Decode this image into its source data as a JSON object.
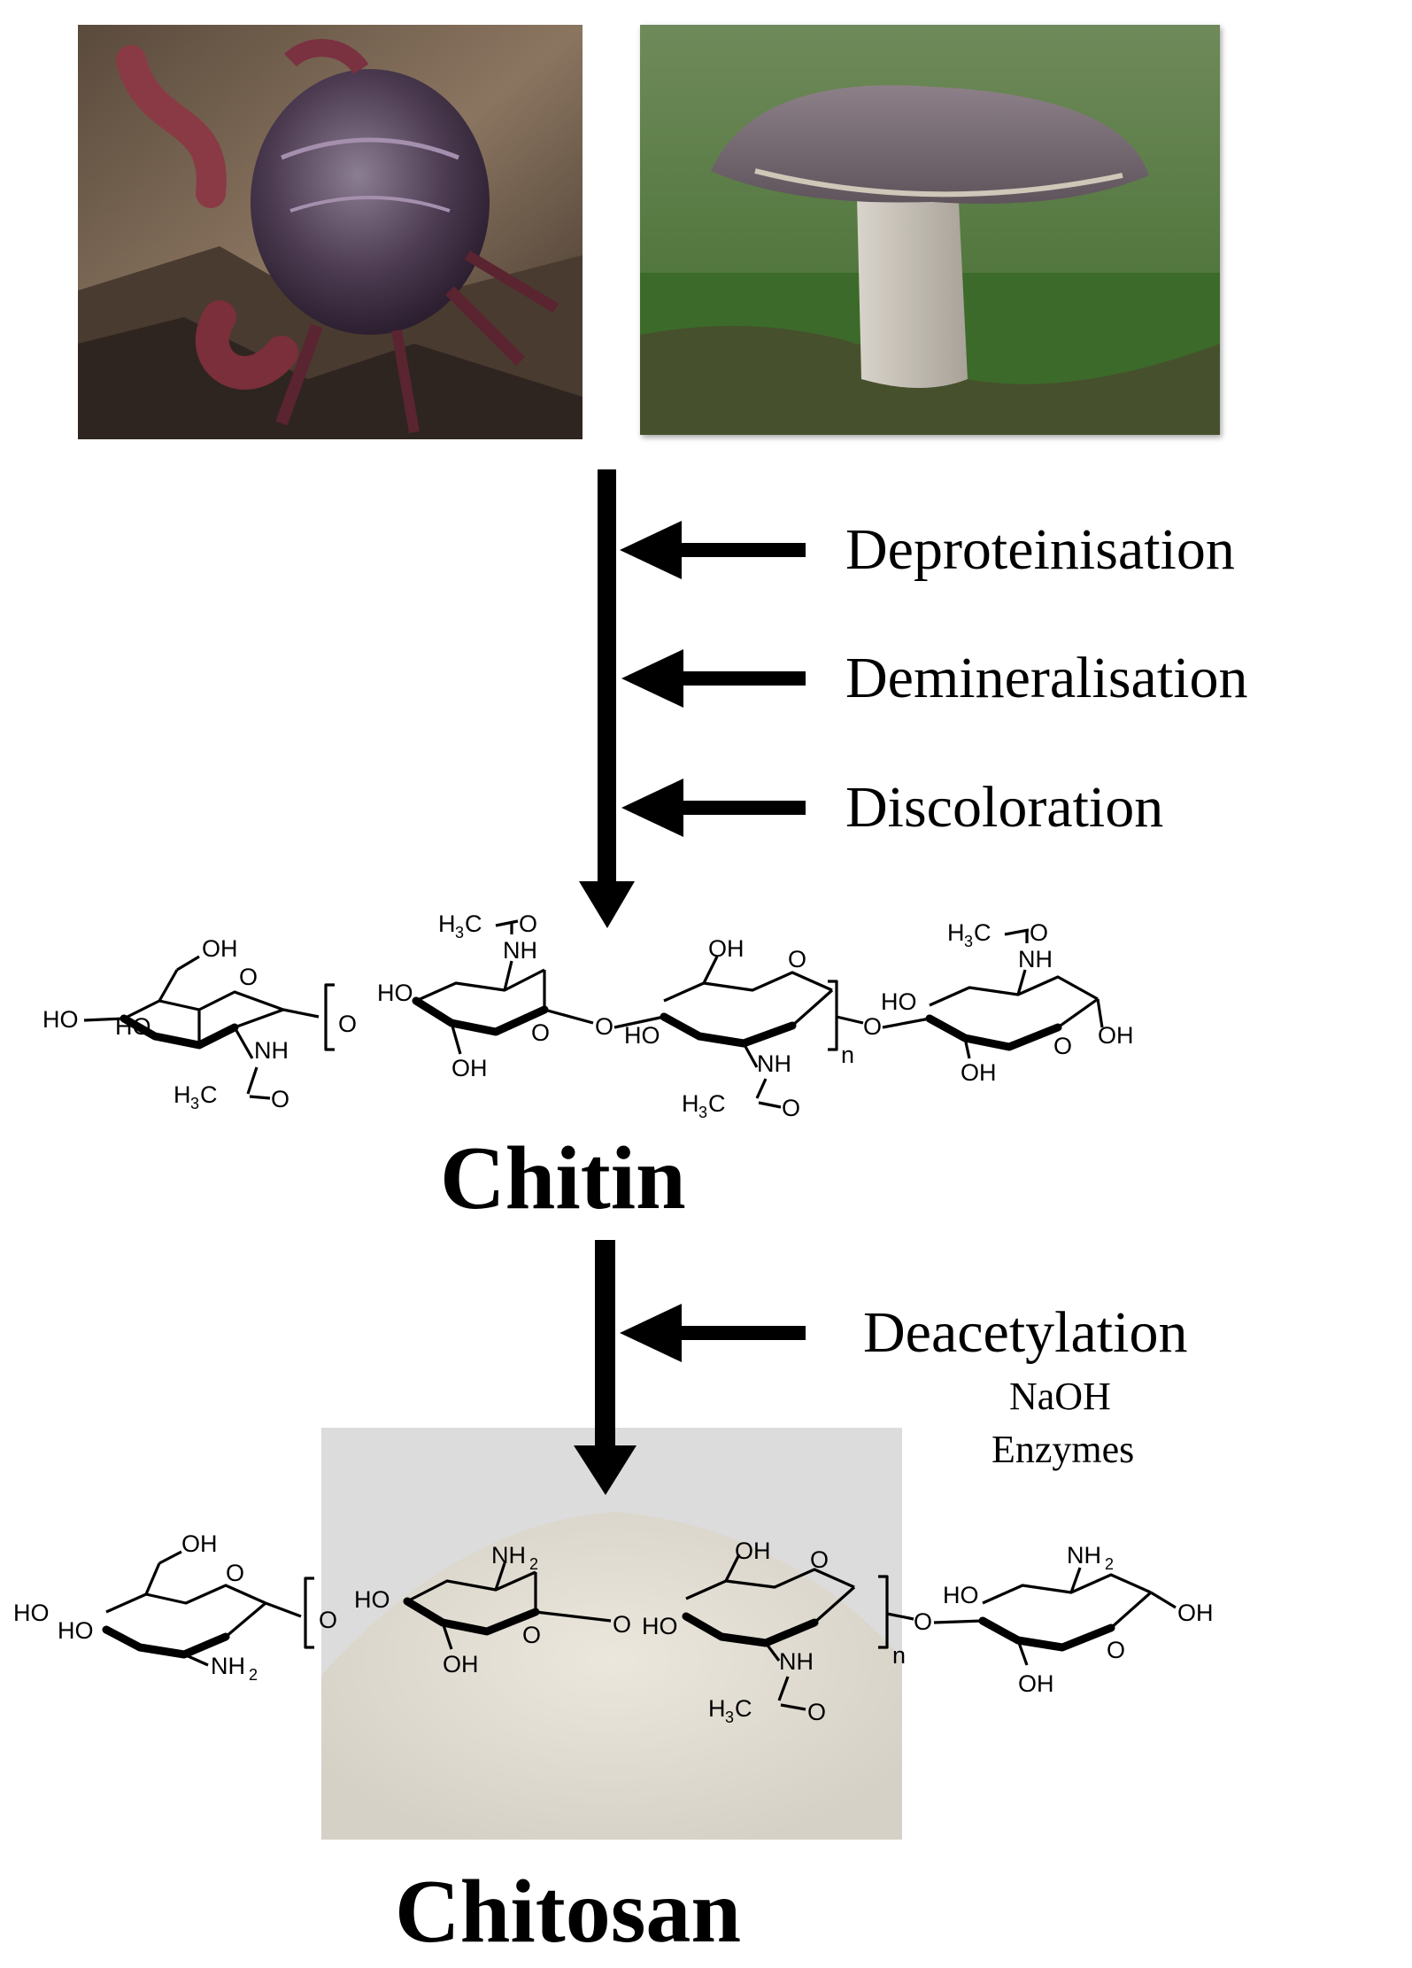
{
  "sources": {
    "crab": "crab",
    "mushroom": "mushroom"
  },
  "process_steps": [
    "Deproteinisation",
    "Demineralisation",
    "Discoloration"
  ],
  "products": {
    "chitin": "Chitin",
    "chitosan": "Chitosan"
  },
  "deacetylation": {
    "label": "Deacetylation",
    "agents": [
      "NaOH",
      "Enzymes"
    ]
  },
  "chem_labels": {
    "oh": "OH",
    "ho": "HO",
    "o": "O",
    "nh": "NH",
    "nh2": "NH",
    "sub2": "2",
    "h3c_h": "H",
    "sub3": "3",
    "h3c_c": "C",
    "n": "n"
  }
}
